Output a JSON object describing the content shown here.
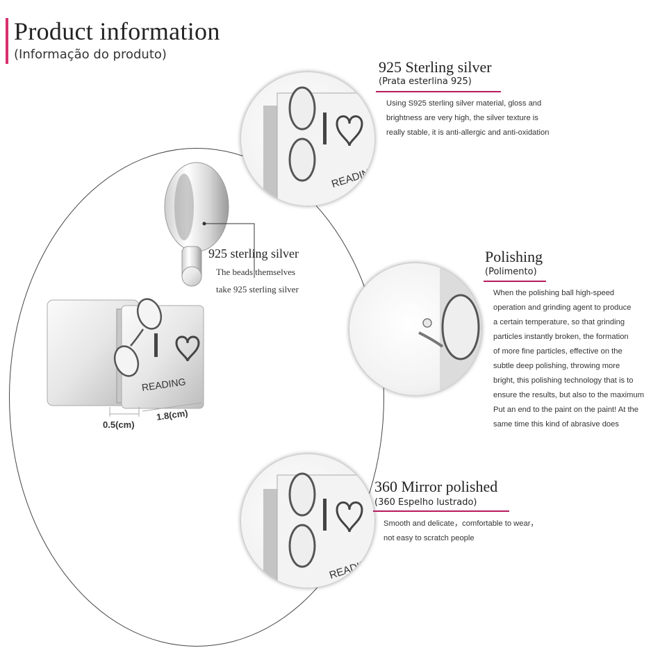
{
  "header": {
    "title": "Product information",
    "subtitle": "(Informação do produto)"
  },
  "product": {
    "engraving": "READING",
    "callout": {
      "title": "925 sterling silver",
      "line1": "The beads themselves",
      "line2": "take 925 sterling silver"
    },
    "dimensions": {
      "thickness": "0.5(cm)",
      "width": "1.8(cm)"
    }
  },
  "sections": [
    {
      "title": "925 Sterling silver",
      "subtitle": "(Prata esterlina 925)",
      "body": [
        "Using S925 sterling silver material, gloss and",
        "brightness are very high, the silver texture is",
        "really stable, it is anti-allergic and anti-oxidation"
      ]
    },
    {
      "title": "Polishing",
      "subtitle": "(Polimento)",
      "body": [
        "When the polishing ball high-speed",
        "operation and grinding agent to produce",
        "a certain temperature, so that grinding",
        "particles instantly broken, the formation",
        "of more fine particles, effective on the",
        "subtle deep polishing, throwing more",
        "bright, this polishing technology that is to",
        "ensure the results, but also to the maximum",
        "Put an end to the paint on the paint! At the",
        "same time this kind of abrasive does"
      ]
    },
    {
      "title": "360 Mirror polished",
      "subtitle": "(360 Espelho lustrado)",
      "body": [
        "Smooth and delicate，comfortable to wear，",
        "not easy to scratch people"
      ]
    }
  ],
  "colors": {
    "accent": "#b51a5c",
    "title_bar": "#d9306e",
    "silver": "#e8e8e8"
  }
}
